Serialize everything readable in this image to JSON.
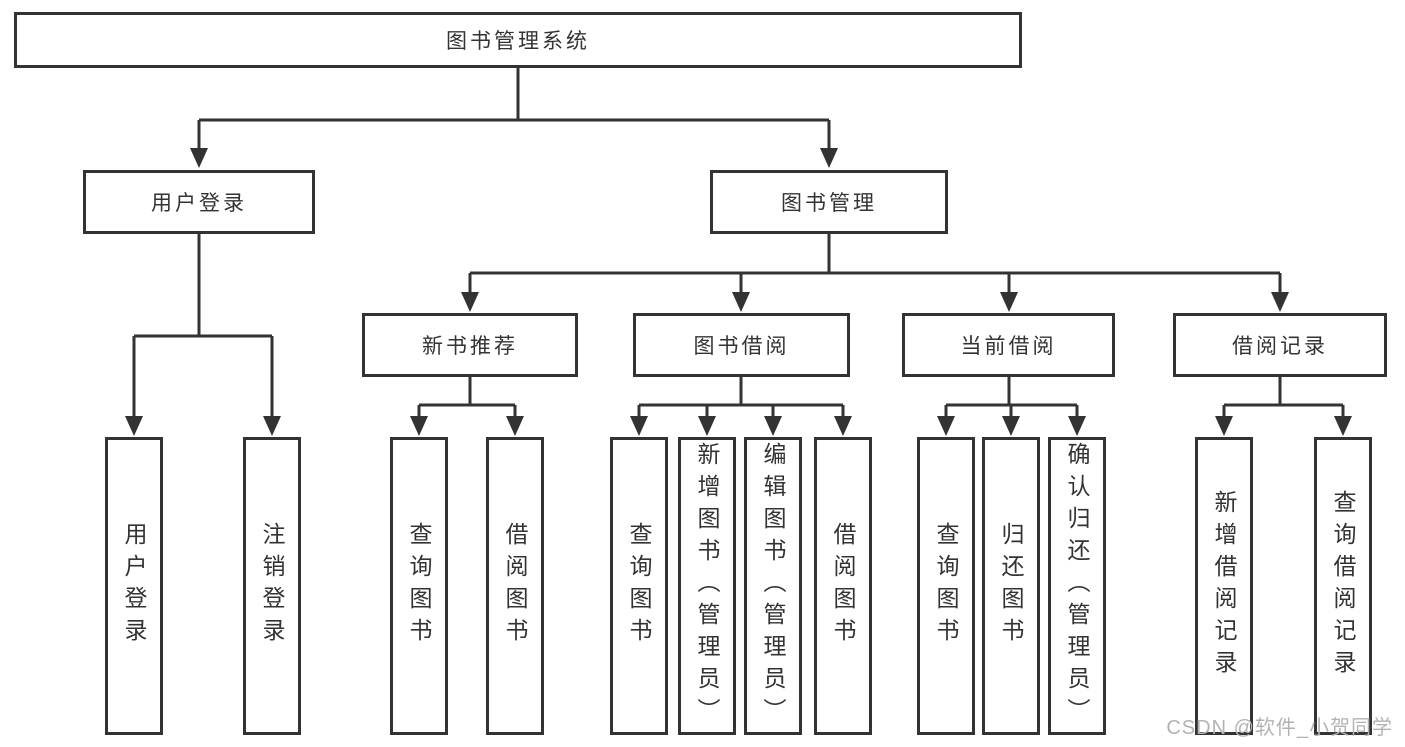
{
  "diagram": {
    "title": "图书管理系统",
    "branches": [
      {
        "label": "用户登录"
      },
      {
        "label": "图书管理"
      }
    ],
    "sections": [
      {
        "label": "新书推荐"
      },
      {
        "label": "图书借阅"
      },
      {
        "label": "当前借阅"
      },
      {
        "label": "借阅记录"
      }
    ],
    "leaves": [
      {
        "label": "用户登录",
        "parent": "用户登录"
      },
      {
        "label": "注销登录",
        "parent": "用户登录"
      },
      {
        "label": "查询图书",
        "parent": "新书推荐"
      },
      {
        "label": "借阅图书",
        "parent": "新书推荐"
      },
      {
        "label": "查询图书",
        "parent": "图书借阅"
      },
      {
        "label": "新增图书（管理员）",
        "parent": "图书借阅"
      },
      {
        "label": "编辑图书（管理员）",
        "parent": "图书借阅"
      },
      {
        "label": "借阅图书",
        "parent": "图书借阅"
      },
      {
        "label": "查询图书",
        "parent": "当前借阅"
      },
      {
        "label": "归还图书",
        "parent": "当前借阅"
      },
      {
        "label": "确认归还（管理员）",
        "parent": "当前借阅"
      },
      {
        "label": "新增借阅记录",
        "parent": "借阅记录"
      },
      {
        "label": "查询借阅记录",
        "parent": "借阅记录"
      }
    ],
    "watermark": "CSDN @软件_小贺同学",
    "colors": {
      "line": "#333333",
      "text": "#333333",
      "watermark": "#b3b3b3",
      "background": "#ffffff"
    }
  }
}
